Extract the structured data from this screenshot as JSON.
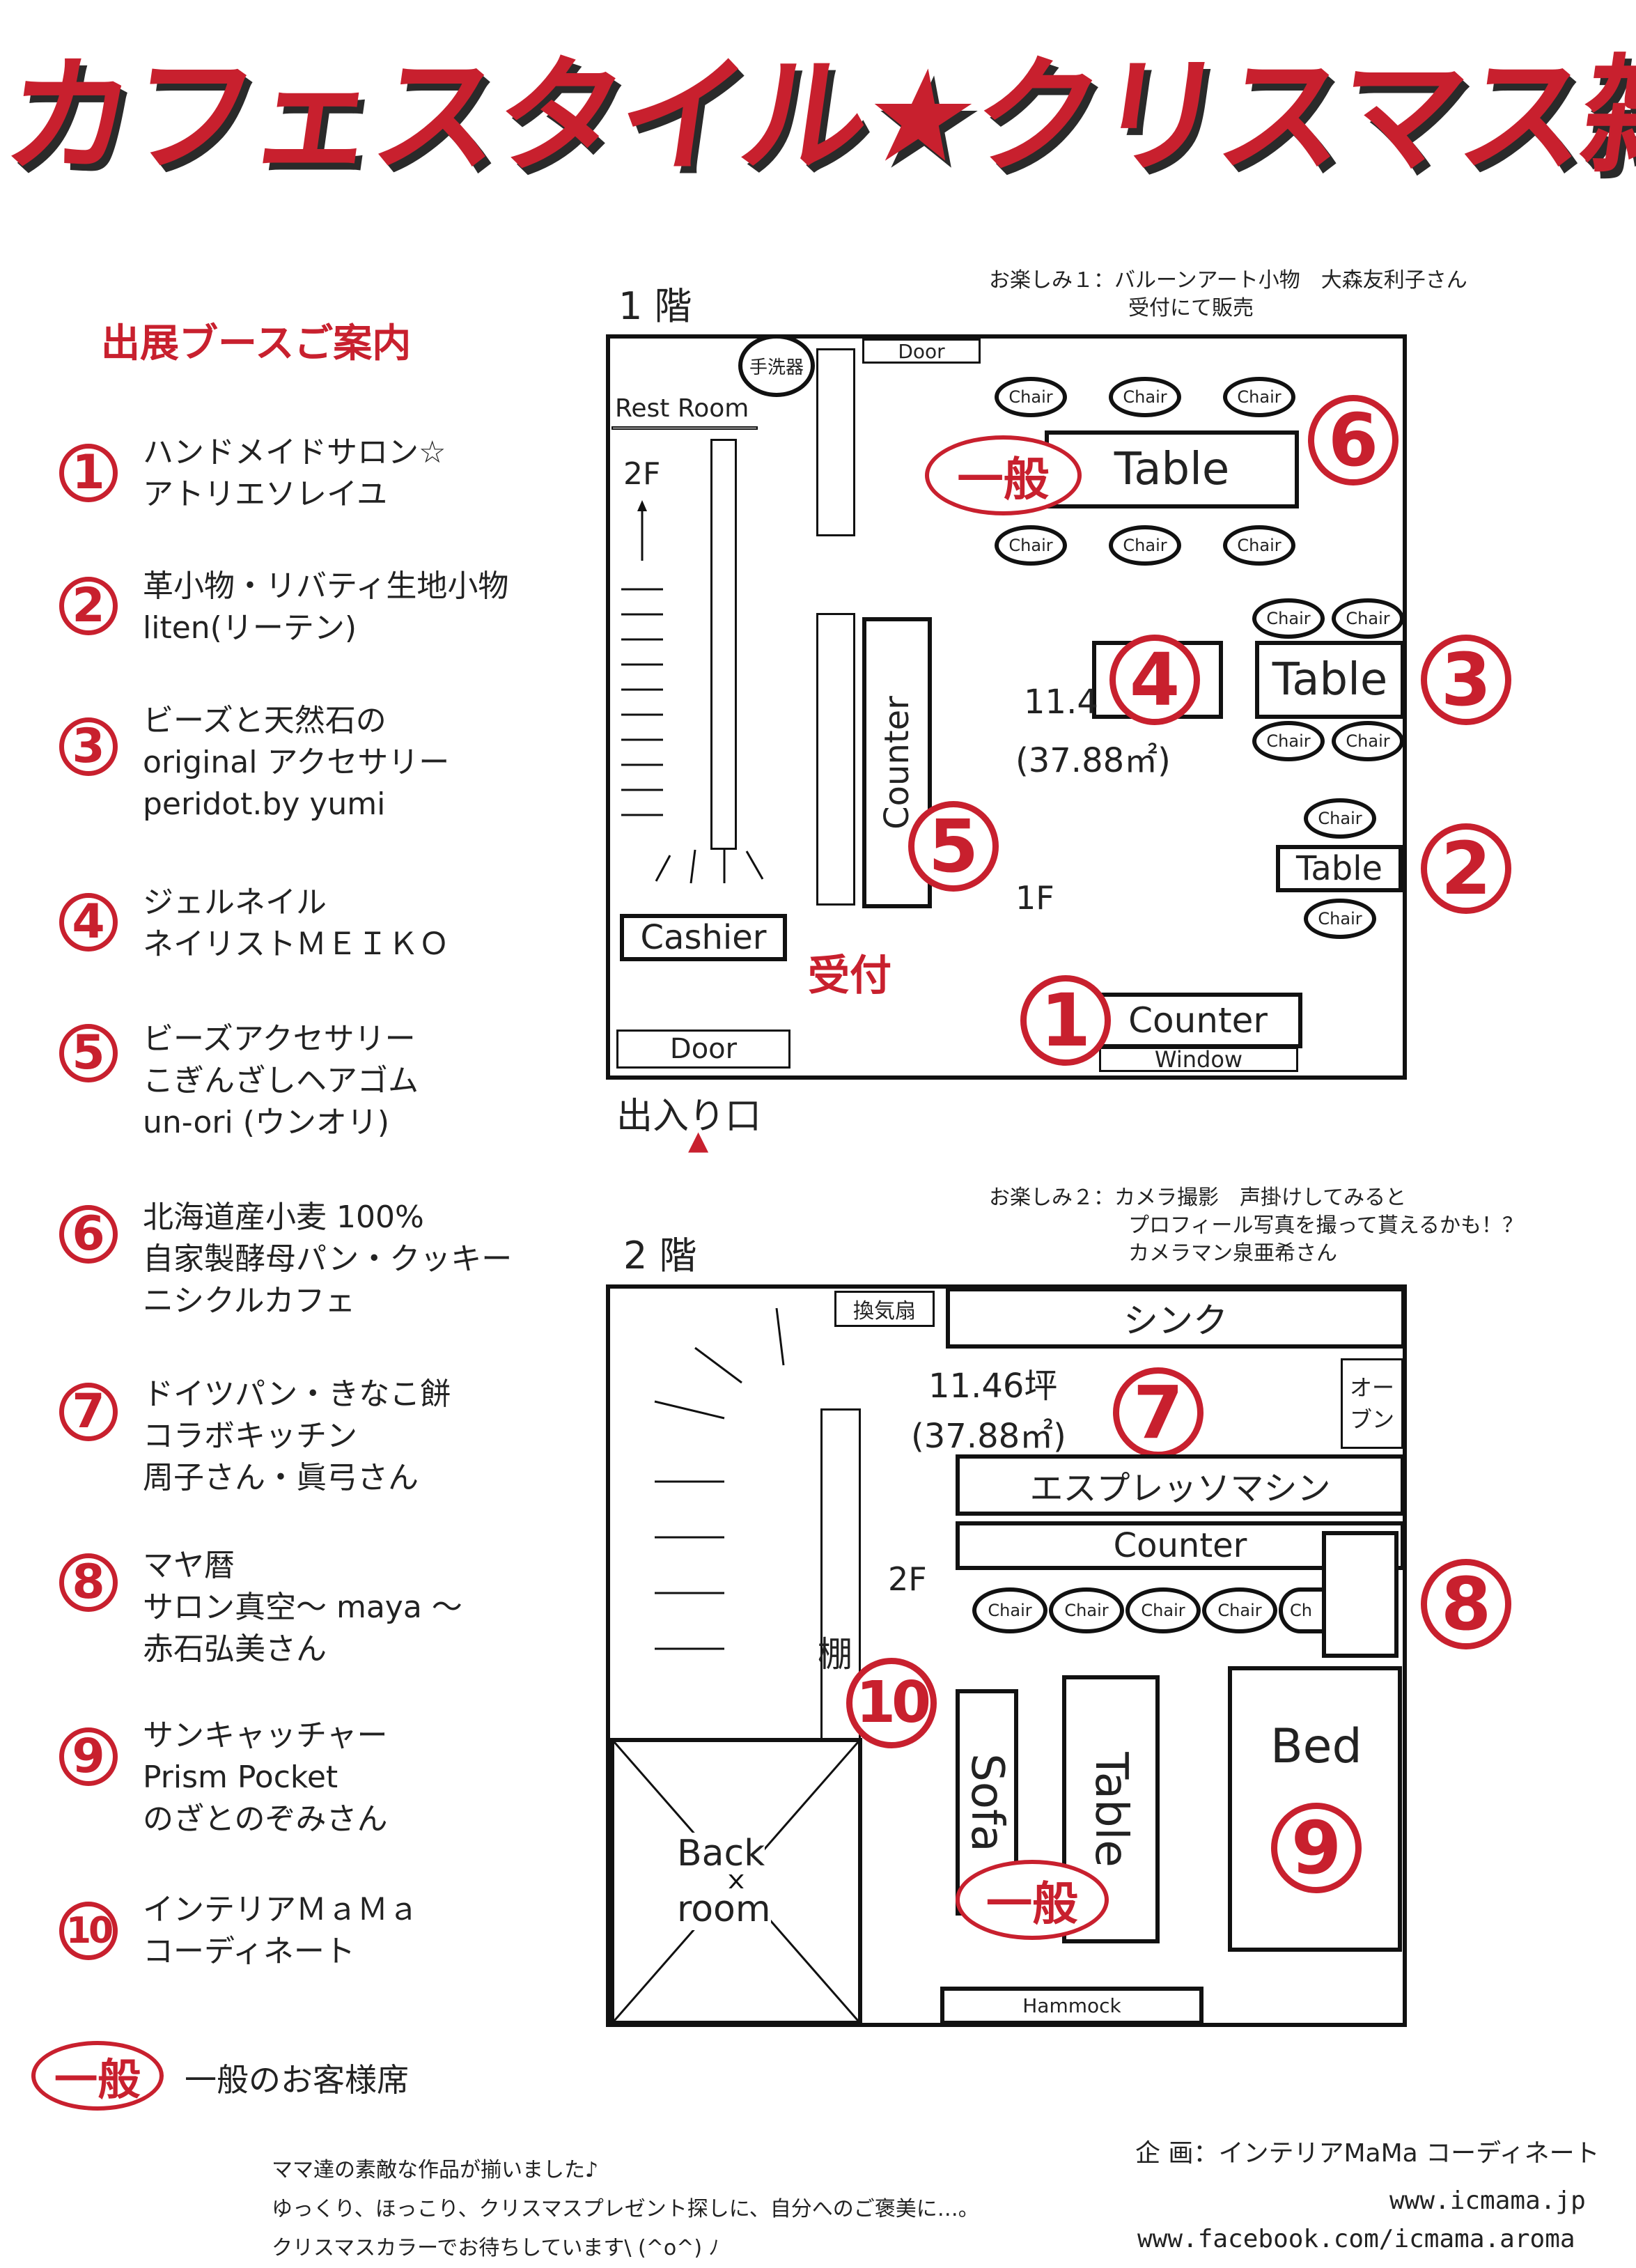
{
  "title": "カフェスタイル★クリスマス雑貨市",
  "legend": {
    "heading": "出展ブースご案内",
    "items": [
      {
        "num": "1",
        "lines": [
          "ハンドメイドサロン☆",
          "アトリエソレイユ"
        ]
      },
      {
        "num": "2",
        "lines": [
          "革小物・リバティ生地小物",
          "liten(リーテン)"
        ]
      },
      {
        "num": "3",
        "lines": [
          "ビーズと天然石の",
          "original アクセサリー",
          "peridot.by yumi"
        ]
      },
      {
        "num": "4",
        "lines": [
          "ジェルネイル",
          "ネイリストＭＥＩＫＯ"
        ]
      },
      {
        "num": "5",
        "lines": [
          "ビーズアクセサリー",
          "こぎんざしヘアゴム",
          "un-ori (ウンオリ)"
        ]
      },
      {
        "num": "6",
        "lines": [
          "北海道産小麦 100%",
          "自家製酵母パン・クッキー",
          "ニシクルカフェ"
        ]
      },
      {
        "num": "7",
        "lines": [
          "ドイツパン・きなこ餅",
          "コラボキッチン",
          "周子さん・眞弓さん"
        ]
      },
      {
        "num": "8",
        "lines": [
          "マヤ暦",
          "サロン真空～ maya ～",
          "赤石弘美さん"
        ]
      },
      {
        "num": "9",
        "lines": [
          "サンキャッチャー",
          "Prism Pocket",
          "のざとのぞみさん"
        ]
      },
      {
        "num": "10",
        "lines": [
          "インテリアＭａＭａ",
          "コーディネート"
        ]
      }
    ],
    "ippan_badge": "一般",
    "ippan_label": "一般のお客様席"
  },
  "floor1": {
    "label": "1 階",
    "note_lines": [
      "お楽しみ１：バルーンアート小物　大森友利子さん",
      "受付にて販売"
    ],
    "door_top": "Door",
    "sink": "手洗器",
    "restroom": "Rest Room",
    "stairs_label": "2F",
    "table": "Table",
    "counter": "Counter",
    "cashier": "Cashier",
    "uketsuke": "受付",
    "door_bottom": "Door",
    "window": "Window",
    "entrance": "出入り口",
    "entrance_mark": "▲",
    "area_a": "11.4",
    "area_b": "(37.88㎡)",
    "floor_name": "1F",
    "chair": "Chair",
    "ippan": "一般"
  },
  "floor2": {
    "label": "2 階",
    "note_lines": [
      "お楽しみ２：カメラ撮影　声掛けしてみると",
      "プロフィール写真を撮って貰えるかも！？",
      "カメラマン泉亜希さん"
    ],
    "fan": "換気扇",
    "sink": "シンク",
    "oven_a": "オー",
    "oven_b": "ブン",
    "area_a": "11.46坪",
    "area_b": "(37.88㎡)",
    "espresso": "エスプレッソマシン",
    "counter": "Counter",
    "floor_name": "2F",
    "chair": "Chair",
    "chair_cut": "Ch",
    "shelf": "棚",
    "sofa": "Sofa",
    "table": "Table",
    "bed": "Bed",
    "back_a": "Back",
    "back_b": "room",
    "hammock": "Hammock",
    "ippan": "一般"
  },
  "footer": {
    "lines": [
      "ママ達の素敵な作品が揃いました♪",
      "ゆっくり、ほっこり、クリスマスプレゼント探しに、自分へのご褒美に…。",
      "クリスマスカラーでお待ちしています\\ (^o^) ﾉ"
    ],
    "organizer": "企 画：インテリアMaMa コーディネート",
    "site": "www.icmama.jp",
    "facebook": "www.facebook.com/icmama.aroma"
  }
}
